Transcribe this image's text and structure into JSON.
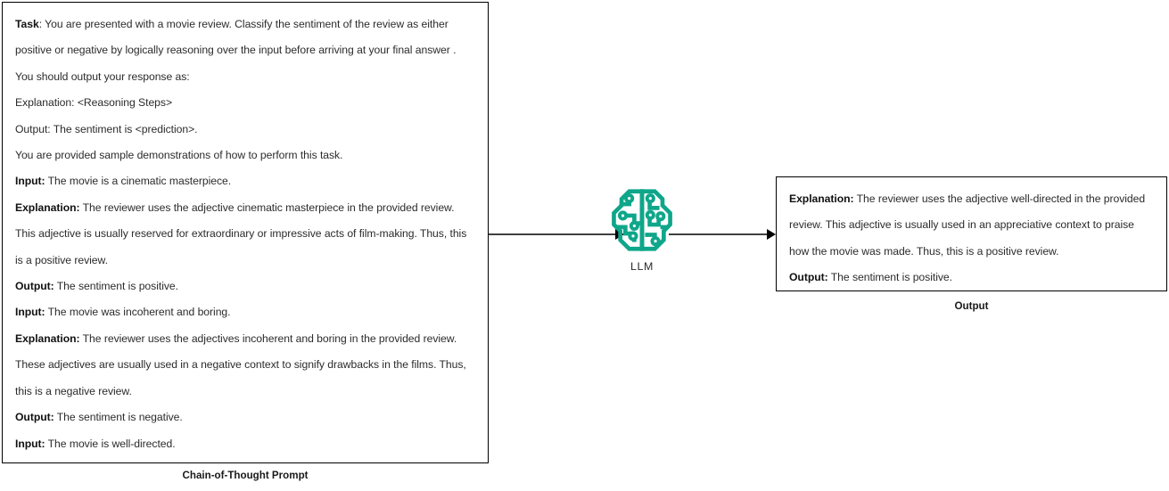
{
  "diagram": {
    "title": "Chain-of-Thought Prompting",
    "accent_color": "#0FA68A",
    "line_color": "#000000",
    "text_color": "#2b2b2b",
    "background": "#ffffff"
  },
  "prompt_box": {
    "caption": "Chain-of-Thought Prompt",
    "lines": [
      {
        "bold_prefix": "Task",
        "text": ": You are presented with a movie review. Classify the sentiment of the review as either positive or negative by logically reasoning over the input before arriving at your final answer . You should output your response as:"
      },
      {
        "bold_prefix": "",
        "text": "Explanation: <Reasoning Steps>"
      },
      {
        "bold_prefix": "",
        "text": "Output: The sentiment is <prediction>."
      },
      {
        "bold_prefix": "",
        "text": "You are provided sample demonstrations of how to perform this task."
      },
      {
        "bold_prefix": "Input:",
        "text": " The movie is a cinematic masterpiece."
      },
      {
        "bold_prefix": "Explanation:",
        "text": " The reviewer uses the adjective cinematic masterpiece in the provided review. This adjective is usually reserved for extraordinary or impressive acts of film-making. Thus, this is a positive review."
      },
      {
        "bold_prefix": "Output:",
        "text": " The sentiment is positive."
      },
      {
        "bold_prefix": "Input:",
        "text": " The movie was incoherent and boring."
      },
      {
        "bold_prefix": "Explanation:",
        "text": " The reviewer uses the adjectives incoherent and boring in the provided review. These adjectives are usually used in a negative context to signify drawbacks in the films. Thus, this is a negative review."
      },
      {
        "bold_prefix": "Output:",
        "text": " The sentiment is negative."
      },
      {
        "bold_prefix": "Input:",
        "text": " The movie is well-directed."
      }
    ]
  },
  "llm_node": {
    "label": "LLM",
    "icon": "brain-circuit-icon",
    "icon_color": "#0FA68A"
  },
  "output_box": {
    "caption": "Output",
    "lines": [
      {
        "bold_prefix": "Explanation:",
        "text": " The reviewer uses the adjective well-directed in the provided review. This adjective is usually used in an appreciative context to praise how the movie was made. Thus, this is a positive review."
      },
      {
        "bold_prefix": "Output:",
        "text": " The sentiment is positive."
      }
    ]
  },
  "arrows": [
    {
      "name": "prompt-to-llm",
      "from": "prompt_box",
      "to": "llm_node"
    },
    {
      "name": "llm-to-output",
      "from": "llm_node",
      "to": "output_box"
    }
  ]
}
